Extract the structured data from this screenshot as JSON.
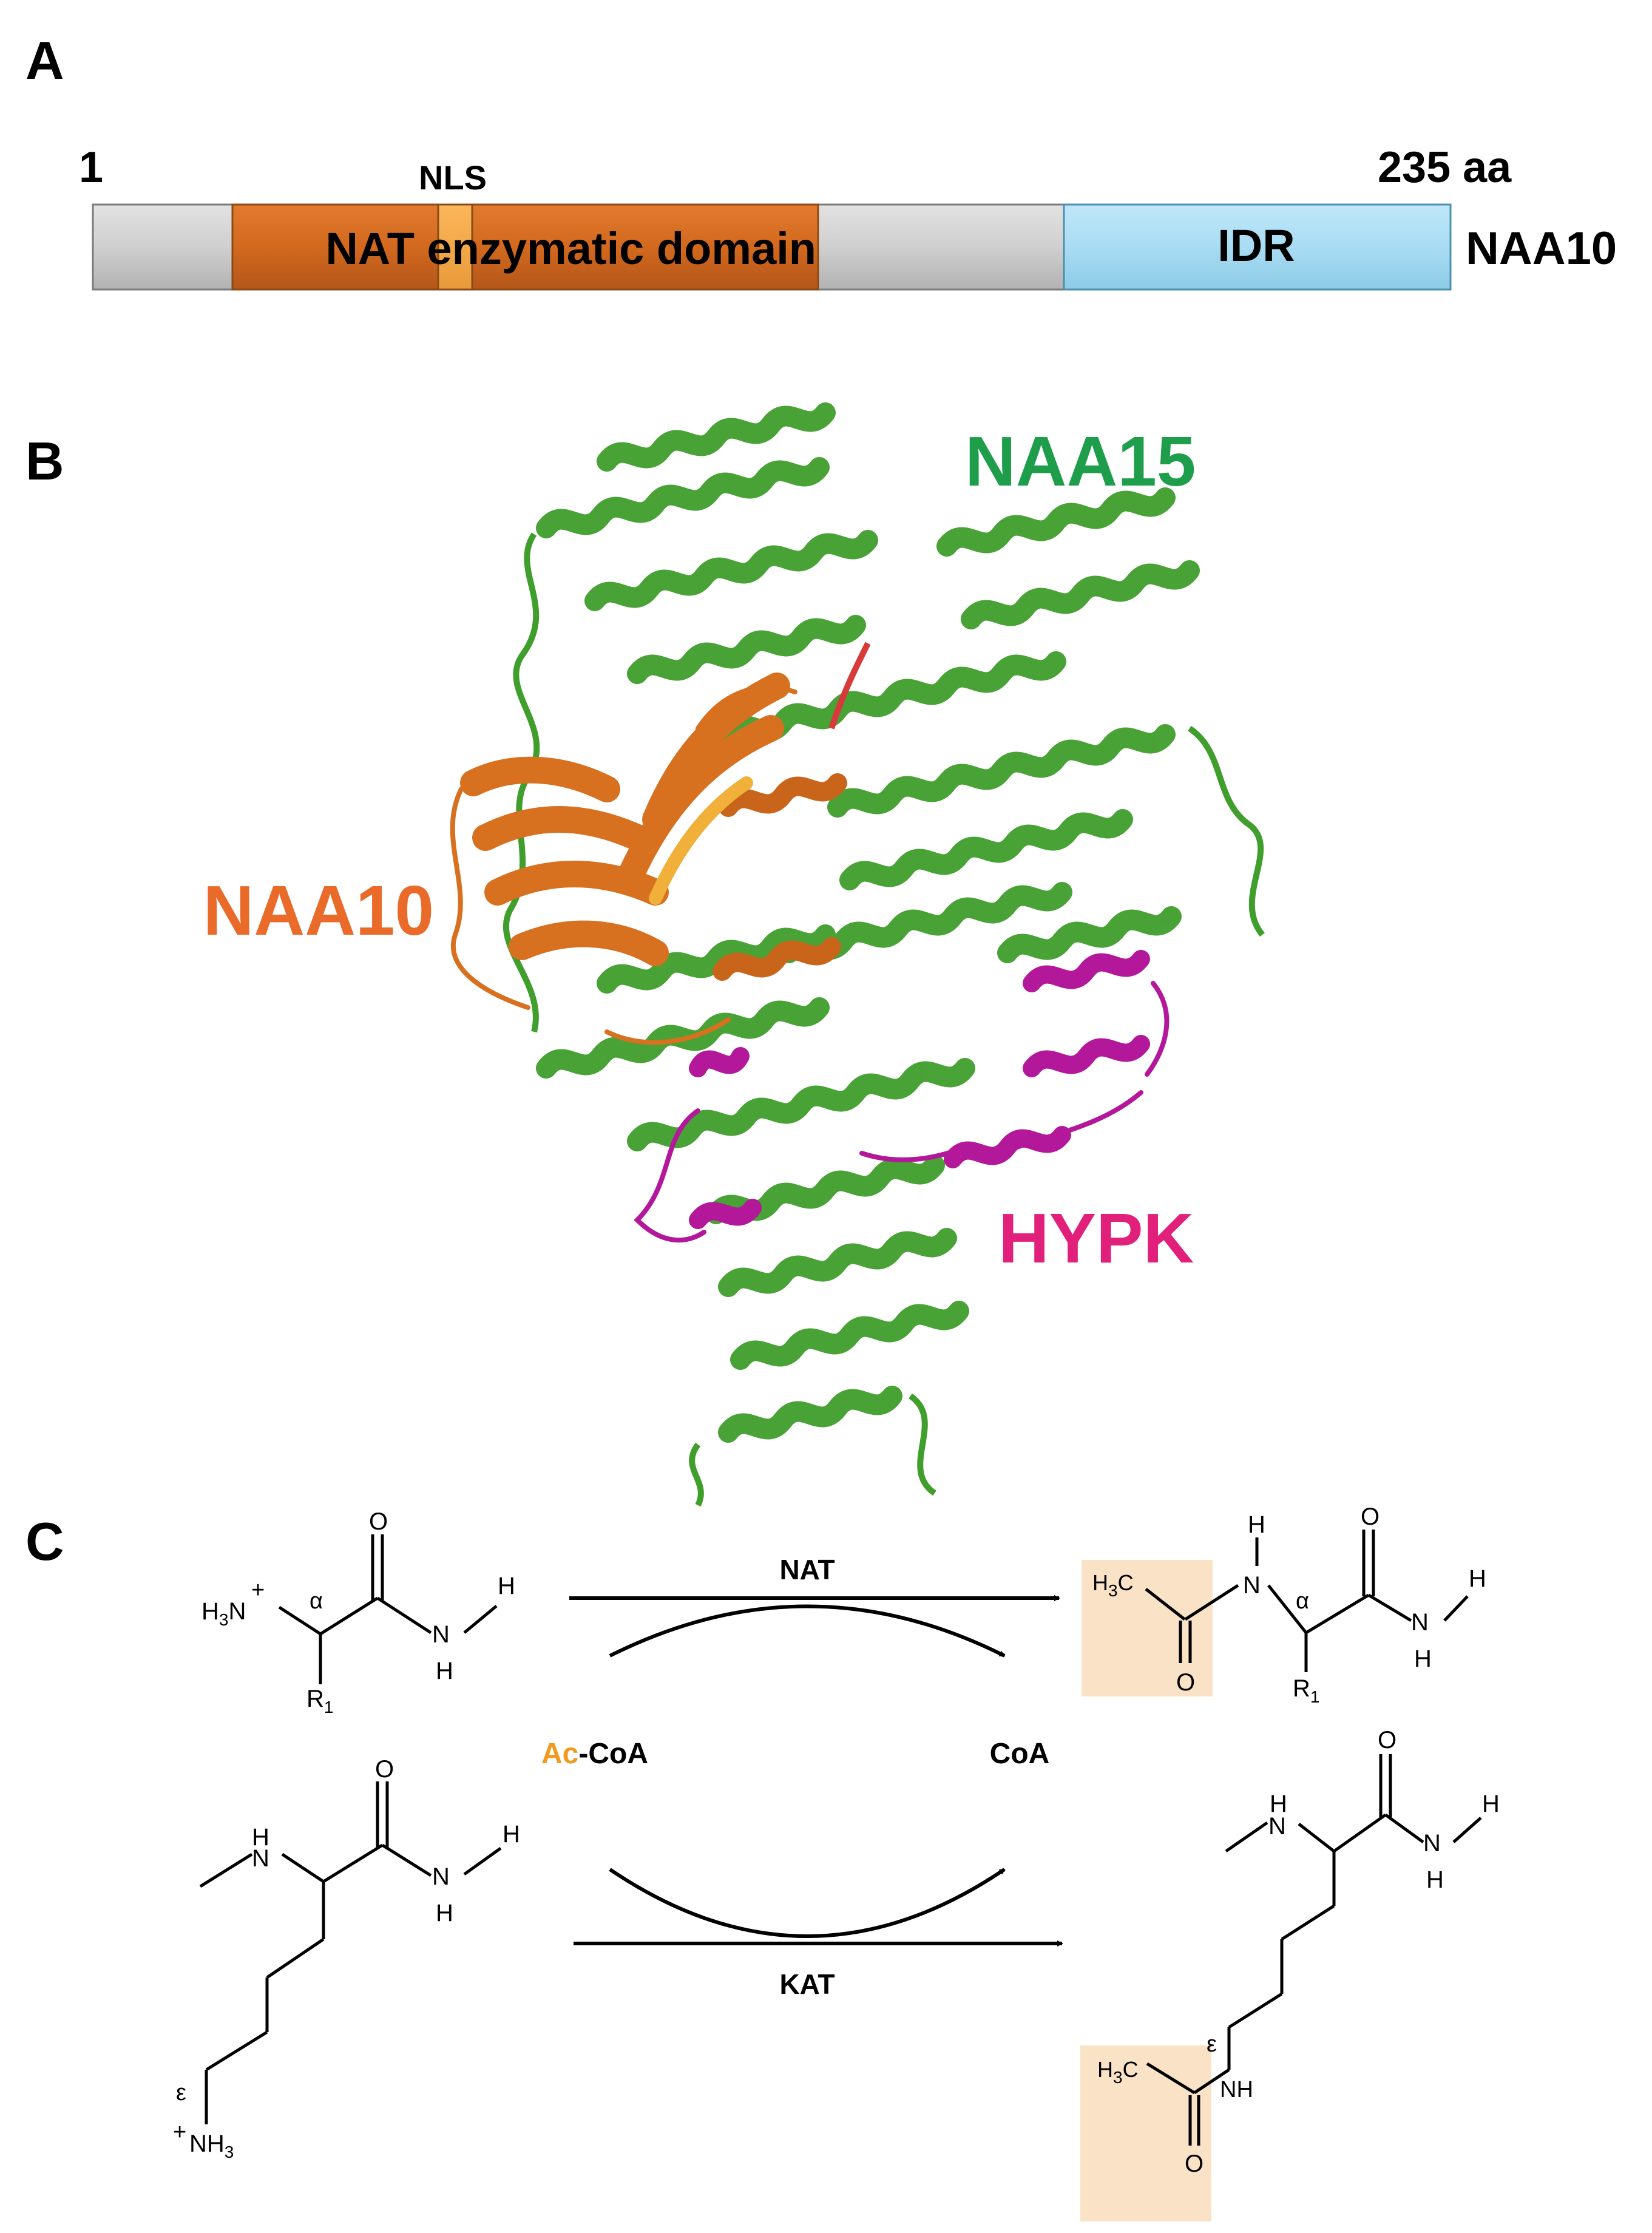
{
  "panel_a": {
    "label": "A",
    "start_label": "1",
    "end_label": "235 aa",
    "nls_label": "NLS",
    "nat_domain_label": "NAT enzymatic domain",
    "idr_label": "IDR",
    "protein_label": "NAA10",
    "colors": {
      "grey": "#c8c8c8",
      "nat_domain": "#d2691e",
      "nls": "#f5a84a",
      "idr": "#a9dcf3"
    }
  },
  "panel_b": {
    "label": "B",
    "naa15_label": "NAA15",
    "naa10_label": "NAA10",
    "hypk_label": "HYPK",
    "colors": {
      "naa15": "#3f9e2c",
      "naa10": "#d7711f",
      "hypk": "#b3189a",
      "naa15_text": "#1e9e4a",
      "naa10_text": "#ea6a2a",
      "hypk_text": "#e0207a"
    }
  },
  "panel_c": {
    "label": "C",
    "nat_label": "NAT",
    "kat_label": "KAT",
    "ac_part": "Ac",
    "coa_suffix": "-CoA",
    "coa_label": "CoA",
    "r1": {
      "h": "H",
      "sub3": "3",
      "n": "N",
      "plus": "+",
      "alpha": "α",
      "o": "O",
      "r": "R",
      "sub1": "1"
    },
    "p1": {
      "h": "H",
      "sub3": "3",
      "c": "C",
      "n": "N",
      "o": "O",
      "alpha": "α",
      "r": "R",
      "sub1": "1"
    },
    "r2": {
      "h": "H",
      "n": "N",
      "o": "O",
      "epsilon": "ε",
      "plus": "+",
      "nh": "NH",
      "sub3": "3"
    },
    "p2": {
      "h": "H",
      "n": "N",
      "o": "O",
      "epsilon": "ε",
      "nh": "NH",
      "sub3": "3",
      "c": "C"
    },
    "colors": {
      "highlight": "#fae2c6",
      "ac_text": "#f39a1e"
    }
  }
}
